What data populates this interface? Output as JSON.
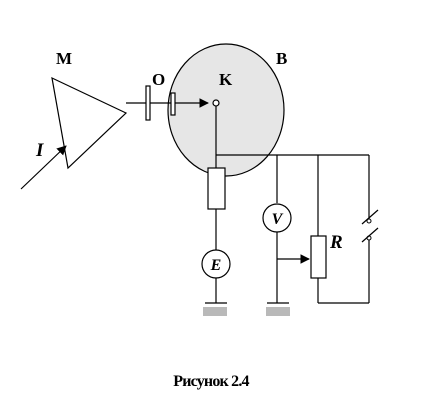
{
  "labels": {
    "monochromator": "M",
    "shutter": "O",
    "cathode": "K",
    "bulb": "B",
    "light": "I",
    "resistor": "R",
    "voltmeter": "V",
    "source": "E"
  },
  "caption": "Рисунок 2.4",
  "colors": {
    "bulb_fill": "#e6e6e6",
    "ground_fill": "#b9b9b9",
    "line": "#000000"
  }
}
